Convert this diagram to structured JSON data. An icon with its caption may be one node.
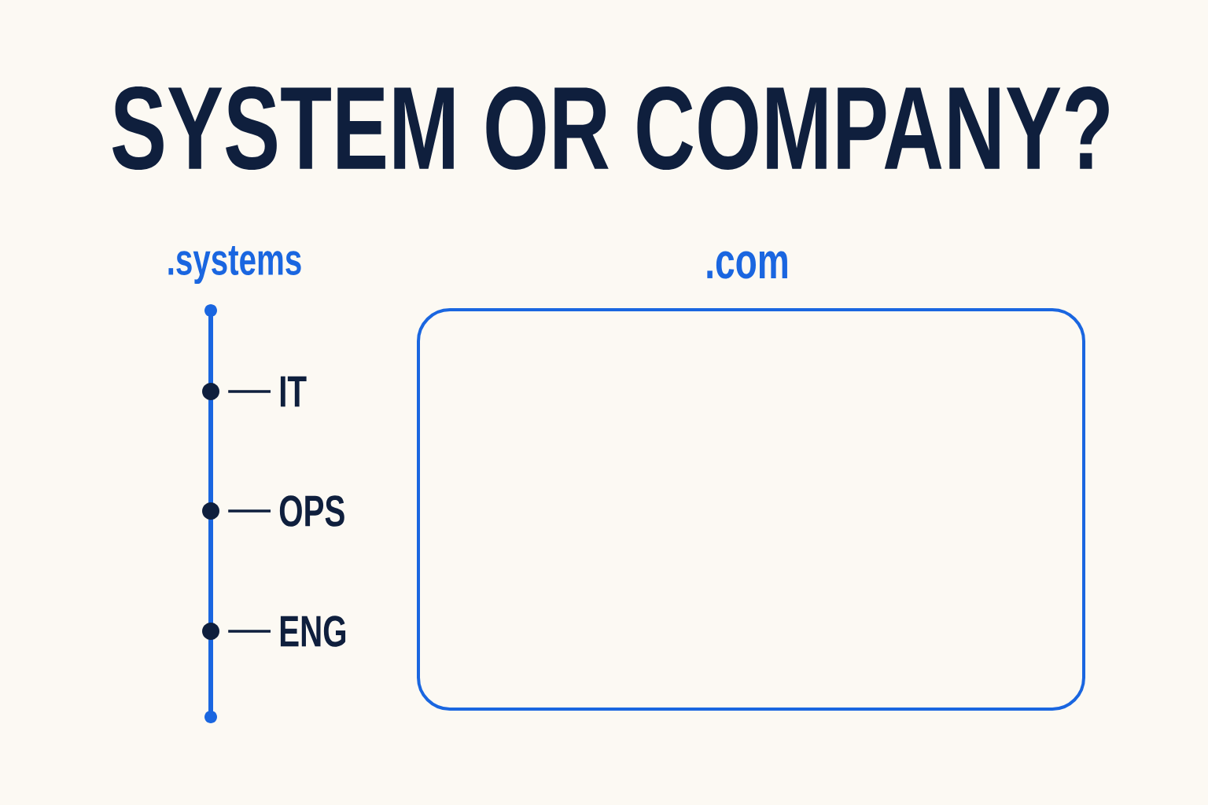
{
  "diagram": {
    "title": "SYSTEM OR COMPANY?",
    "nodes": [
      {
        "text": [
          ".systems"
        ]
      },
      {
        "text": [],
        "shape": "circle",
        "in": 0
      },
      {
        "text": [],
        "shape": "circle",
        "in": 0
      },
      {
        "text": [],
        "shape": "circle",
        "in": 0
      },
      {
        "text": [
          "IT"
        ]
      },
      {
        "text": [
          "OPS"
        ]
      },
      {
        "text": [
          "ENG"
        ]
      },
      {
        "text": [
          ".com"
        ]
      }
    ],
    "edges": [
      {
        "from": 4,
        "to": 1,
        "arrow": "none"
      },
      {
        "from": 5,
        "to": 2,
        "arrow": "none"
      },
      {
        "from": 6,
        "to": 3,
        "arrow": "none"
      }
    ]
  }
}
